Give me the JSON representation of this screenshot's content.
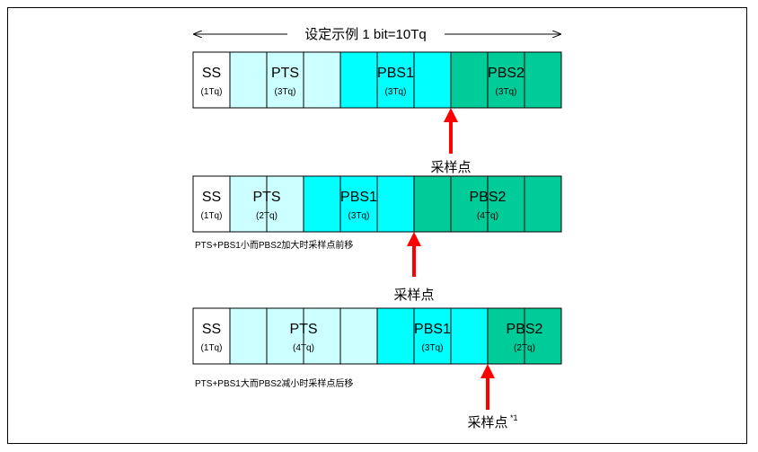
{
  "title": "设定示例 1 bit=10Tq",
  "colors": {
    "ss": "#ffffff",
    "pts": "#ccffff",
    "pbs1": "#00ffff",
    "pbs2": "#00cc99",
    "arrow": "#ff0000",
    "line": "#000000"
  },
  "rows": [
    {
      "cells": [
        "ss",
        "pts",
        "pts",
        "pts",
        "pbs1",
        "pbs1",
        "pbs1",
        "pbs2",
        "pbs2",
        "pbs2"
      ],
      "labels": [
        {
          "name": "SS",
          "sub": "(1Tq)",
          "cell": 0.5
        },
        {
          "name": "PTS",
          "sub": "(3Tq)",
          "cell": 2.5
        },
        {
          "name": "PBS1",
          "sub": "(3Tq)",
          "cell": 5.5
        },
        {
          "name": "PBS2",
          "sub": "(3Tq)",
          "cell": 8.5
        }
      ],
      "note": "",
      "sample_point_cell": 7,
      "sample_label": "采样点",
      "sample_sup": ""
    },
    {
      "cells": [
        "ss",
        "pts",
        "pts",
        "pbs1",
        "pbs1",
        "pbs1",
        "pbs2",
        "pbs2",
        "pbs2",
        "pbs2"
      ],
      "labels": [
        {
          "name": "SS",
          "sub": "(1Tq)",
          "cell": 0.5
        },
        {
          "name": "PTS",
          "sub": "(2Tq)",
          "cell": 2.0
        },
        {
          "name": "PBS1",
          "sub": "(3Tq)",
          "cell": 4.5
        },
        {
          "name": "PBS2",
          "sub": "(4Tq)",
          "cell": 8.0
        }
      ],
      "note": "PTS+PBS1小而PBS2加大时采样点前移",
      "sample_point_cell": 6,
      "sample_label": "采样点",
      "sample_sup": ""
    },
    {
      "cells": [
        "ss",
        "pts",
        "pts",
        "pts",
        "pts",
        "pbs1",
        "pbs1",
        "pbs1",
        "pbs2",
        "pbs2"
      ],
      "labels": [
        {
          "name": "SS",
          "sub": "(1Tq)",
          "cell": 0.5
        },
        {
          "name": "PTS",
          "sub": "(4Tq)",
          "cell": 3.0
        },
        {
          "name": "PBS1",
          "sub": "(3Tq)",
          "cell": 6.5
        },
        {
          "name": "PBS2",
          "sub": "(2Tq)",
          "cell": 9.0
        }
      ],
      "note": "PTS+PBS1大而PBS2减小时采样点后移",
      "sample_point_cell": 8,
      "sample_label": "采样点",
      "sample_sup": "*1"
    }
  ]
}
